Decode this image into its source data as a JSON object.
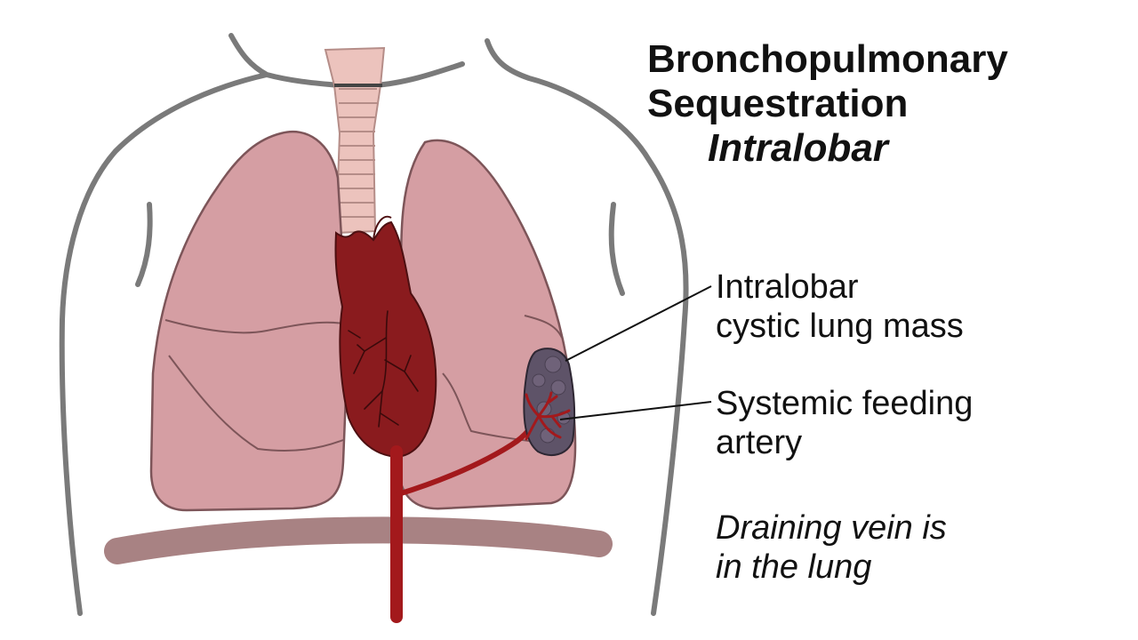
{
  "title": {
    "line1": "Bronchopulmonary",
    "line2": "Sequestration",
    "subtitle": "Intralobar"
  },
  "labels": {
    "mass_line1": "Intralobar",
    "mass_line2": "cystic lung mass",
    "artery_line1": "Systemic feeding",
    "artery_line2": "artery",
    "vein_line1": "Draining vein is",
    "vein_line2": "in the lung"
  },
  "colors": {
    "lung": "#d59ea3",
    "lung_outline": "#7d5559",
    "heart": "#8a1b1e",
    "vessel": "#a3191c",
    "trachea": "#ecc3bd",
    "mass": "#5e5368",
    "diaphragm": "#a88283",
    "body_outline": "#7a7a7a"
  }
}
